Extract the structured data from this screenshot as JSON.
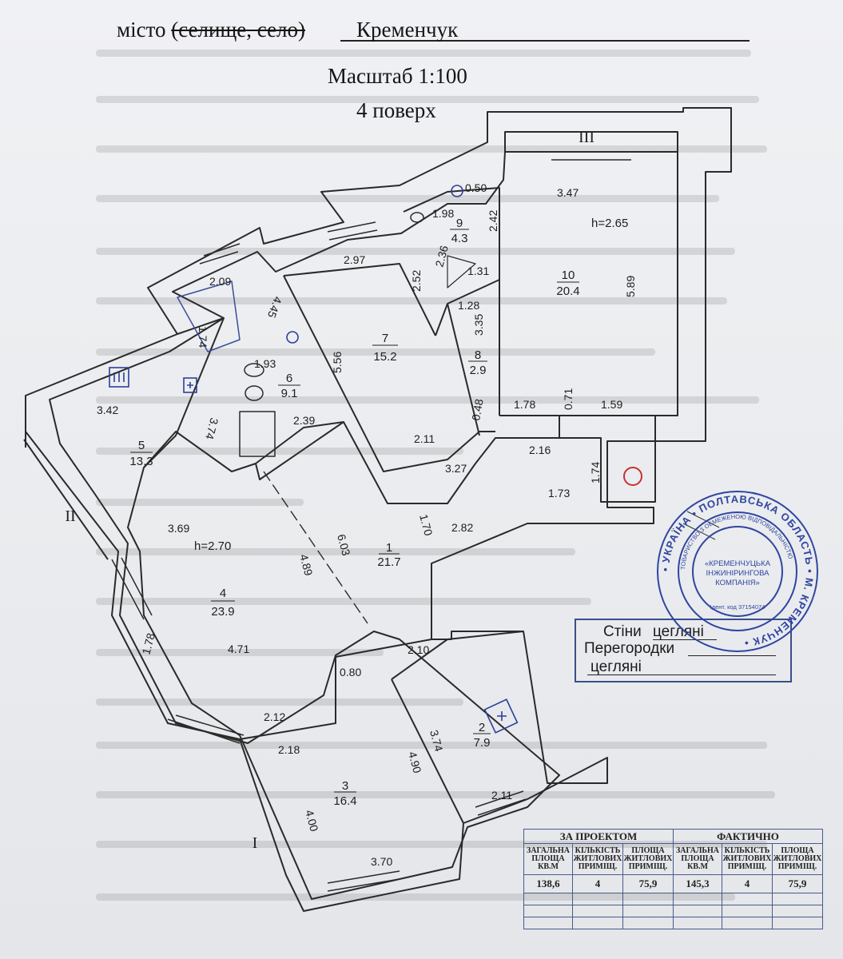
{
  "header": {
    "city_label": "місто",
    "city_struck": "(селище, село)",
    "city_value": "Кременчук",
    "scale": "Масштаб 1:100",
    "floor": "4 поверх"
  },
  "rooms": [
    {
      "num": "1",
      "area": "21.7"
    },
    {
      "num": "2",
      "area": "7.9"
    },
    {
      "num": "3",
      "area": "16.4"
    },
    {
      "num": "4",
      "area": "23.9"
    },
    {
      "num": "5",
      "area": "13.3"
    },
    {
      "num": "6",
      "area": "9.1"
    },
    {
      "num": "7",
      "area": "15.2"
    },
    {
      "num": "8",
      "area": "2.9"
    },
    {
      "num": "9",
      "area": "4.3"
    },
    {
      "num": "10",
      "area": "20.4"
    }
  ],
  "heights": {
    "h1": "h=2.65",
    "h2": "h=2.70"
  },
  "balconies": {
    "b1": "I",
    "b2": "II",
    "b3": "III"
  },
  "dimensions": {
    "d209": "2.09",
    "d174a": "1.74",
    "d445": "4.45",
    "d297": "2.97",
    "d252": "2.52",
    "d198": "1.98",
    "d050": "0.50",
    "d242": "2.42",
    "d236": "2.36",
    "d131": "1.31",
    "d347": "3.47",
    "d589": "5.89",
    "d128": "1.28",
    "d335": "3.35",
    "d556": "5.56",
    "d193": "1.93",
    "d374a": "3.74",
    "d342": "3.42",
    "d239": "2.39",
    "d211a": "2.11",
    "d048": "0.48",
    "d327": "3.27",
    "d178": "1.78",
    "d071": "0.71",
    "d159": "1.59",
    "d216": "2.16",
    "d174b": "1.74",
    "d173": "1.73",
    "d369": "3.69",
    "d489": "4.89",
    "d603": "6.03",
    "d170": "1.70",
    "d282": "2.82",
    "d471": "4.71",
    "d080": "0.80",
    "d210": "2.10",
    "d178b": "1.78",
    "d212": "2.12",
    "d218": "2.18",
    "d374b": "3.74",
    "d490": "4.90",
    "d211b": "2.11",
    "d400": "4.00",
    "d370": "3.70"
  },
  "legend": {
    "walls_label": "Стіни",
    "walls_value": "цегляні",
    "partitions_label": "Перегородки",
    "partitions_value": "цегляні"
  },
  "stamp": {
    "ring_text": "• УКРАЇНА • ПОЛТАВСЬКА ОБЛАСТЬ • М. КРЕМЕНЧУК •",
    "inner_ring": "ТОВАРИСТВО З ОБМЕЖЕНОЮ ВІДПОВІДАЛЬНІСТЮ",
    "name1": "«КРЕМЕНЧУЦЬКА",
    "name2": "ІНЖИНІРИНГОВА",
    "name3": "КОМПАНІЯ»",
    "code": "Ідент. код 37154074"
  },
  "table": {
    "project_title": "ЗА ПРОЕКТОМ",
    "actual_title": "ФАКТИЧНО",
    "col1": "ЗАГАЛЬНА ПЛОЩА КВ.М",
    "col2": "КІЛЬКІСТЬ ЖИТЛОВИХ ПРИМІЩ.",
    "col3": "ПЛОЩА ЖИТЛОВИХ ПРИМІЩ.",
    "project_values": [
      "138,6",
      "4",
      "75,9"
    ],
    "actual_values": [
      "145,3",
      "4",
      "75,9"
    ]
  }
}
